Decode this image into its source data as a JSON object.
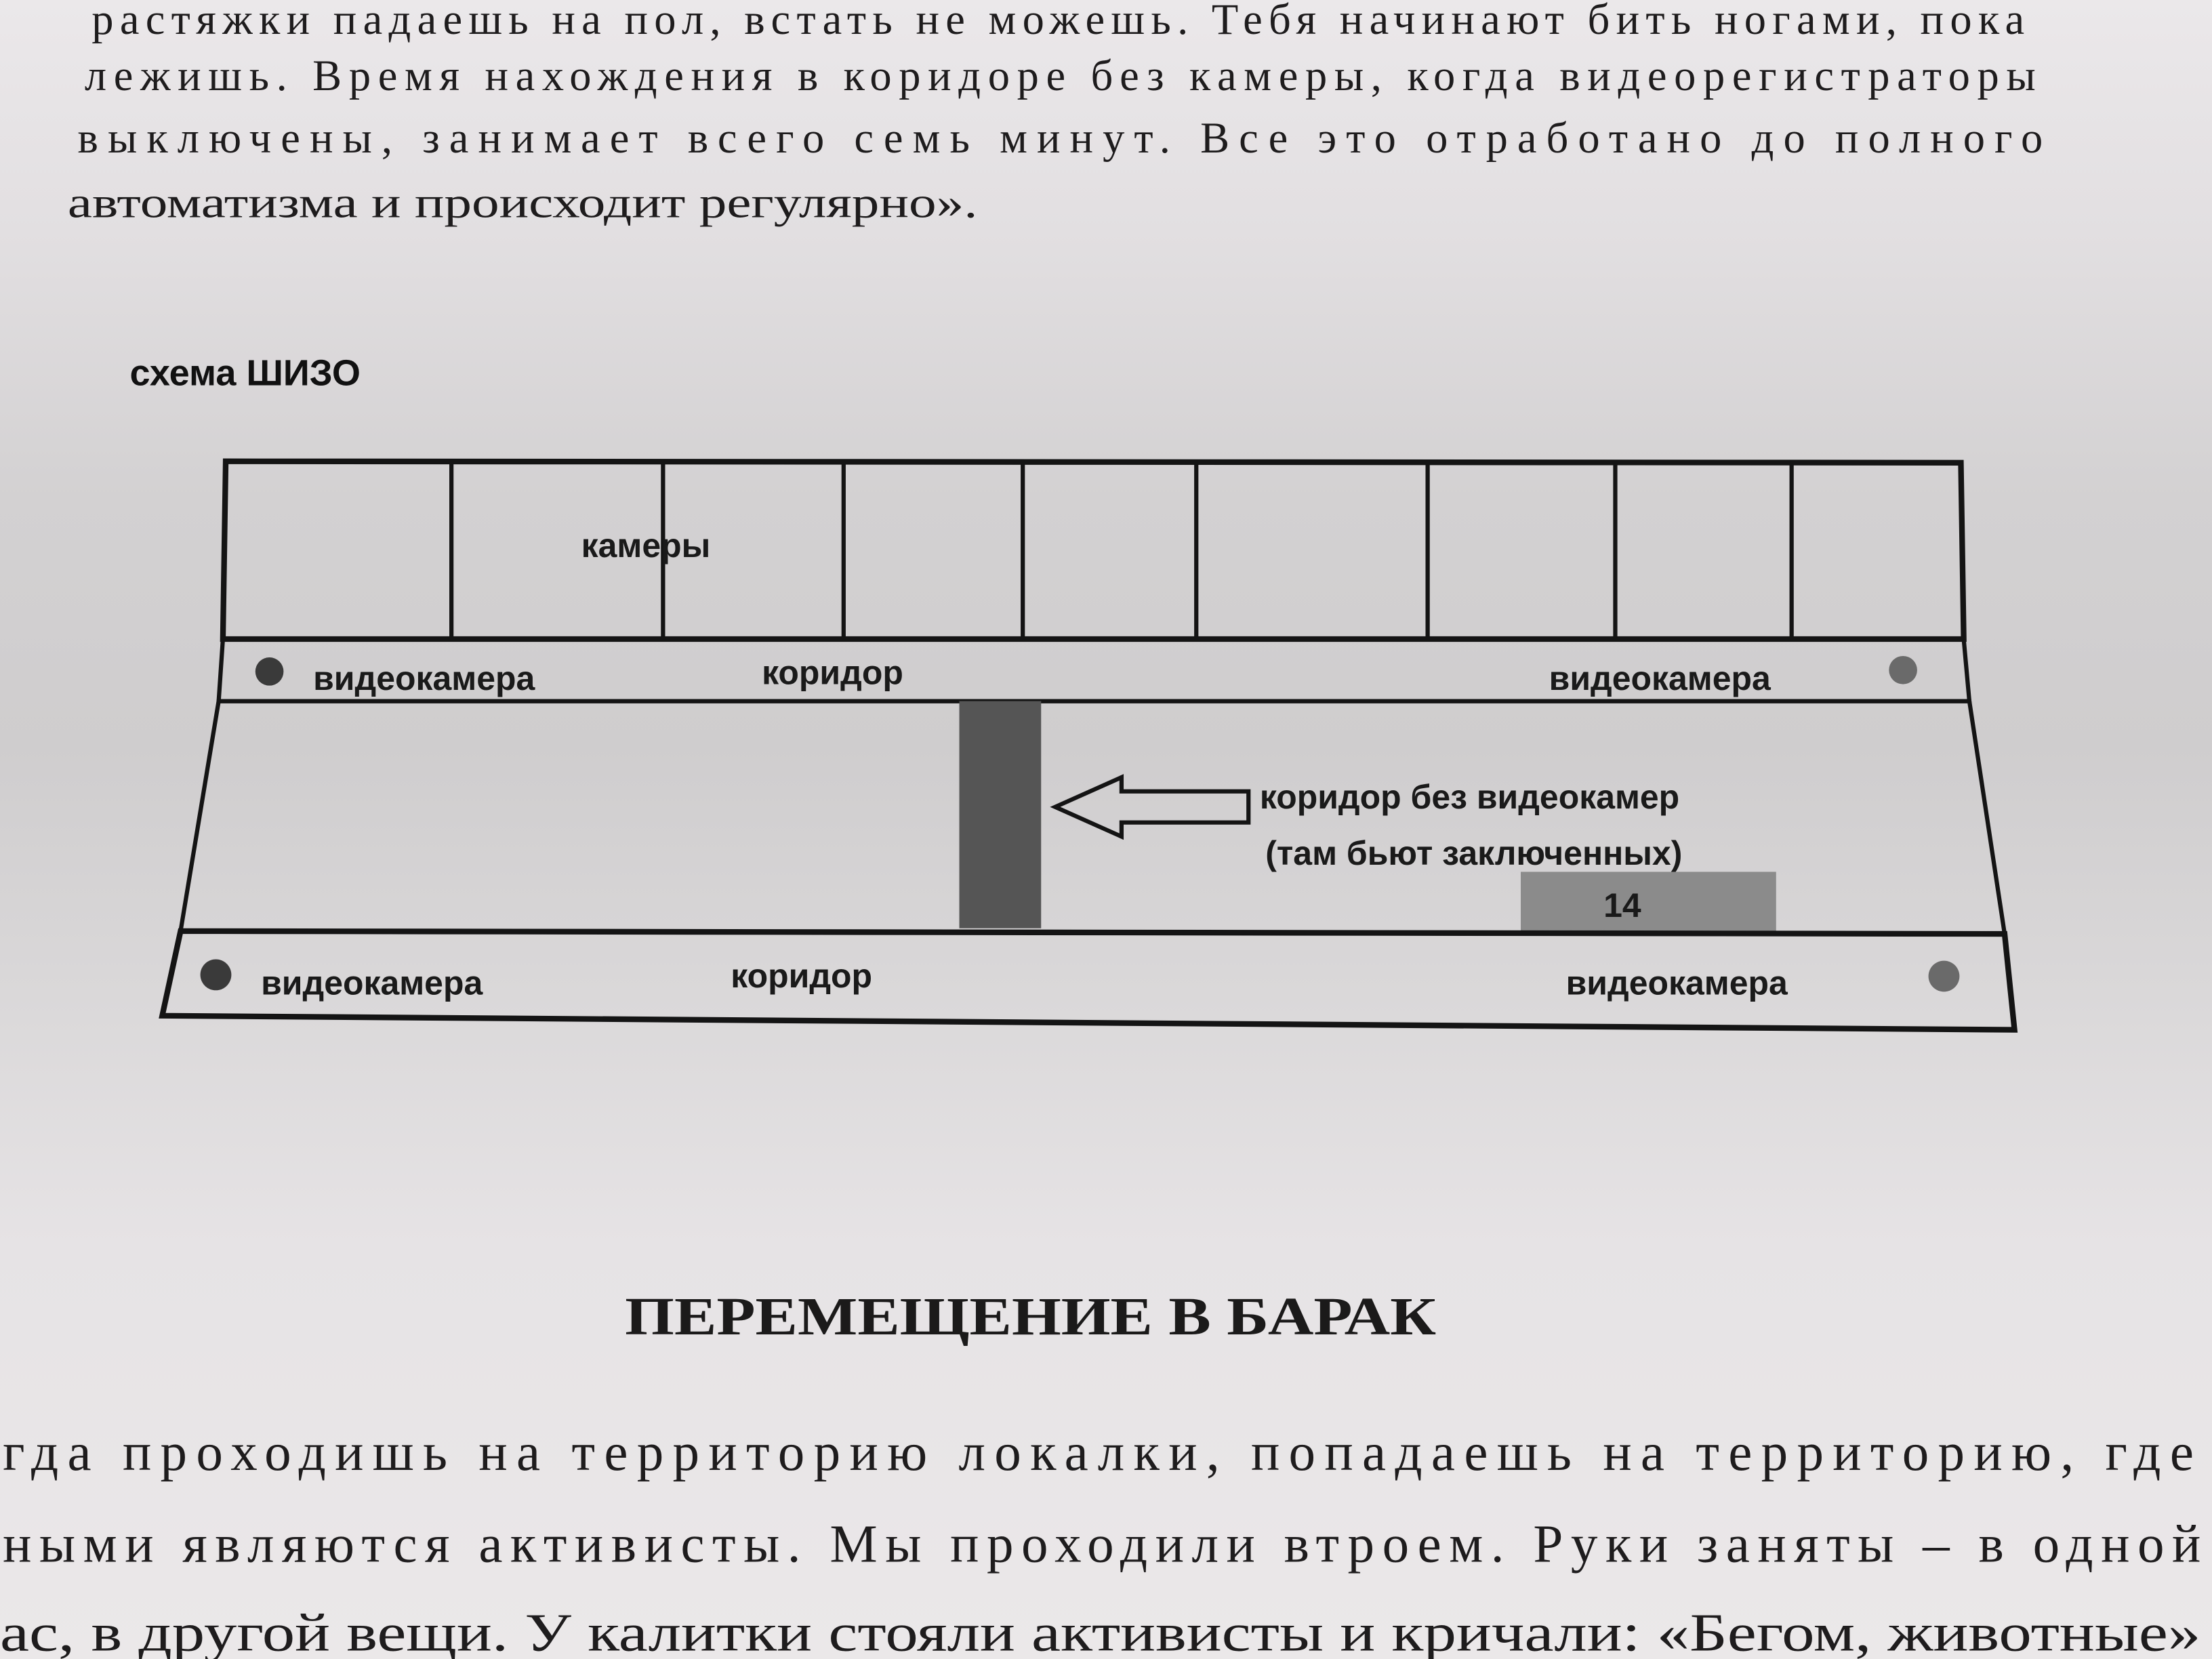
{
  "top_paragraph": {
    "lines": [
      "растяжки падаешь на пол, встать не можешь. Тебя начинают бить ногами, пока",
      "лежишь. Время нахождения в коридоре без камеры, когда видеорегистраторы",
      "выключены, занимает всего семь минут. Все это отработано до полного",
      "автоматизма и происходит регулярно»."
    ]
  },
  "diagram": {
    "title": "схема ШИЗО",
    "cells_label": "камеры",
    "upper_corridor": {
      "camera_left": "видеокамера",
      "corridor": "коридор",
      "camera_right": "видеокамера"
    },
    "lower_corridor": {
      "camera_left": "видеокамера",
      "corridor": "коридор",
      "camera_right": "видеокамера"
    },
    "annotation_line1": "коридор без видеокамер",
    "annotation_line2": "(там бьют заключенных)",
    "room_number": "14"
  },
  "section": {
    "heading": "ПЕРЕМЕЩЕНИЕ В БАРАК",
    "lines": [
      "гда проходишь на территорию локалки, попадаешь на территорию, где",
      "ными являются активисты. Мы проходили втроем. Руки заняты – в одной",
      "ас, в другой вещи. У калитки стояли активисты и кричали: «Бегом, животные»"
    ]
  }
}
